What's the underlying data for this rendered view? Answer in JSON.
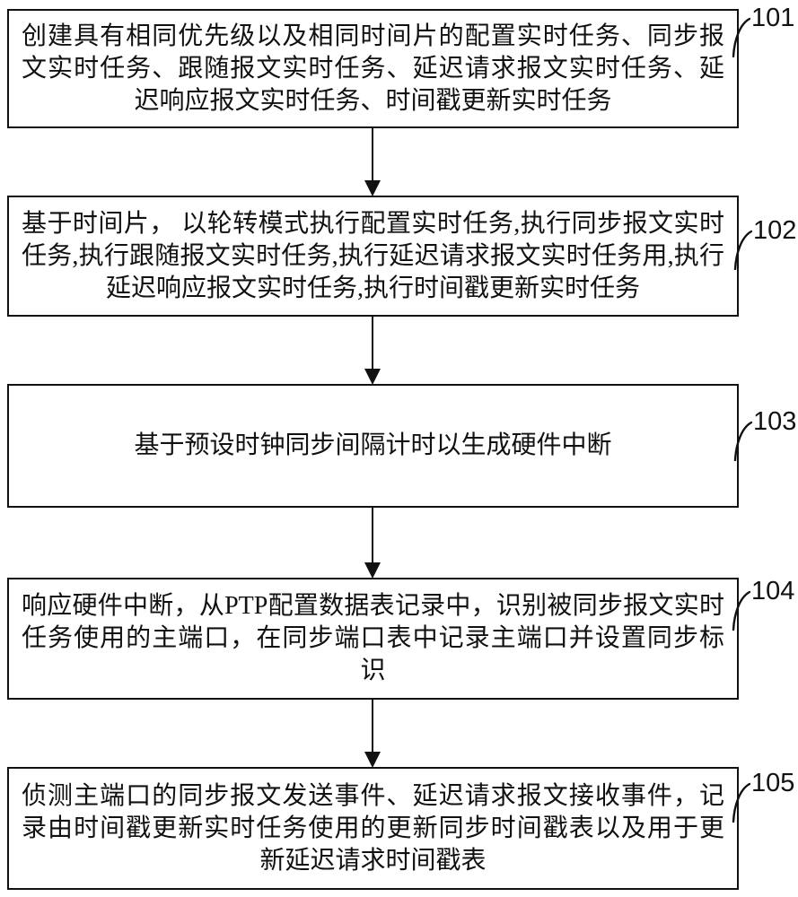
{
  "figure": {
    "type": "flowchart",
    "orientation": "vertical",
    "line_color": "#111111",
    "background_color": "#ffffff",
    "steps": [
      {
        "ref": "101",
        "text": "创建具有相同优先级以及相同时间片的配置实时任务、同步报文实时任务、跟随报文实时任务、延迟请求报文实时任务、延迟响应报文实时任务、时间戳更新实时任务"
      },
      {
        "ref": "102",
        "text": "基于时间片， 以轮转模式执行配置实时任务,执行同步报文实时任务,执行跟随报文实时任务,执行延迟请求报文实时任务用,执行延迟响应报文实时任务,执行时间戳更新实时任务"
      },
      {
        "ref": "103",
        "text": "基于预设时钟同步间隔计时以生成硬件中断"
      },
      {
        "ref": "104",
        "text": "响应硬件中断，从PTP配置数据表记录中，识别被同步报文实时任务使用的主端口，在同步端口表中记录主端口并设置同步标识"
      },
      {
        "ref": "105",
        "text": "侦测主端口的同步报文发送事件、延迟请求报文接收事件，记录由时间戳更新实时任务使用的更新同步时间戳表以及用于更新延迟请求时间戳表"
      }
    ]
  }
}
